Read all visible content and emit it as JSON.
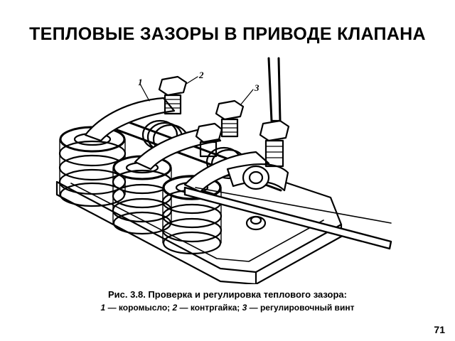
{
  "slide": {
    "title": "ТЕПЛОВЫЕ ЗАЗОРЫ В ПРИВОДЕ КЛАПАНА",
    "figure": {
      "callouts": [
        "1",
        "2",
        "3"
      ]
    },
    "caption": {
      "line1": "Рис. 3.8. Проверка и регулировка теплового зазора:",
      "items": [
        {
          "num": "1",
          "text": "— коромысло;"
        },
        {
          "num": "2",
          "text": "— контргайка;"
        },
        {
          "num": "3",
          "text": "— регулировочный винт"
        }
      ]
    },
    "page_number": "71"
  }
}
